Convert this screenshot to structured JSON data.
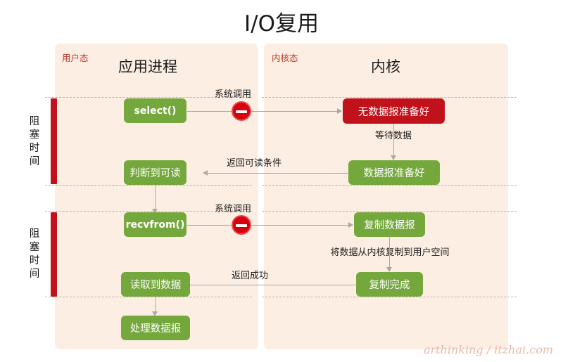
{
  "title": "I/O复用",
  "watermark": "arthinking / itzhai.com",
  "colors": {
    "panel_bg": "#fdeee3",
    "green": "#74a83c",
    "red": "#c1111b",
    "tag_red": "#c0392b",
    "connector": "#a9a9a9",
    "dashed": "#b9b0a8",
    "watermark": "#e9b9a8"
  },
  "panels": {
    "user": {
      "tag": "用户态",
      "heading": "应用进程"
    },
    "kernel": {
      "tag": "内核态",
      "heading": "内核"
    }
  },
  "blocking": [
    {
      "label": "阻塞时间",
      "chars": [
        "阻",
        "塞",
        "时",
        "间"
      ]
    },
    {
      "label": "阻塞时间",
      "chars": [
        "阻",
        "塞",
        "时",
        "间"
      ]
    }
  ],
  "nodes": {
    "select": "select()",
    "no_data_ready": "无数据报准备好",
    "data_ready": "数据报准备好",
    "judge_readable": "判断到可读",
    "recvfrom": "recvfrom()",
    "copy_datagram": "复制数据报",
    "copy_done": "复制完成",
    "read_data": "读取到数据",
    "process_datagram": "处理数据报"
  },
  "edge_labels": {
    "syscall_1": "系统调用",
    "wait_data": "等待数据",
    "return_readable": "返回可读条件",
    "syscall_2": "系统调用",
    "copy_kernel_to_user": "将数据从内核复制到用户空间",
    "return_success": "返回成功"
  },
  "icons": {
    "stop_1": "no-entry-icon",
    "stop_2": "no-entry-icon"
  }
}
